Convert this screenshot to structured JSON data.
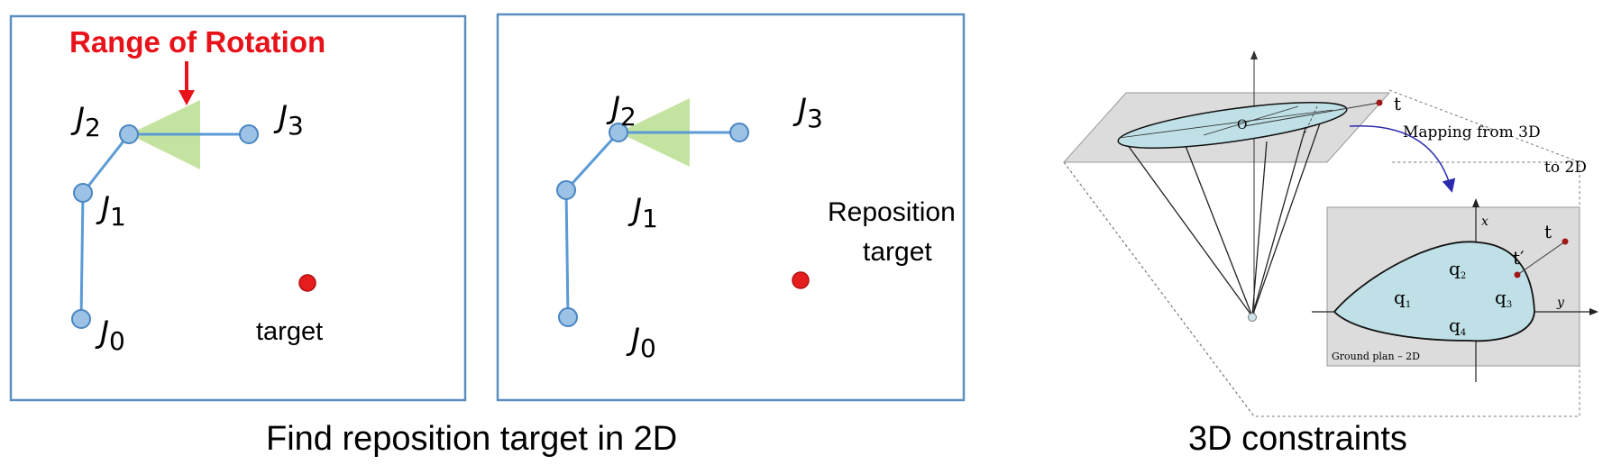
{
  "left_panel": {
    "title": "Range of Rotation",
    "joints": [
      {
        "letter": "J",
        "index": "0"
      },
      {
        "letter": "J",
        "index": "1"
      },
      {
        "letter": "J",
        "index": "2"
      },
      {
        "letter": "J",
        "index": "3"
      }
    ],
    "target_label": "target"
  },
  "middle_panel": {
    "joints": [
      {
        "letter": "J",
        "index": "0"
      },
      {
        "letter": "J",
        "index": "1"
      },
      {
        "letter": "J",
        "index": "2"
      },
      {
        "letter": "J",
        "index": "3"
      }
    ],
    "reposition_line1": "Reposition",
    "reposition_line2": "target"
  },
  "right_panel": {
    "origin_label": "O",
    "target_label": "t",
    "mapping_line1": "Mapping from 3D",
    "mapping_line2": "to 2D",
    "axis_x": "x",
    "axis_y": "y",
    "projected_target": "t′",
    "target_2d": "t",
    "quadrants": [
      {
        "letter": "q",
        "index": "1"
      },
      {
        "letter": "q",
        "index": "2"
      },
      {
        "letter": "q",
        "index": "3"
      },
      {
        "letter": "q",
        "index": "4"
      }
    ],
    "ground_plan": "Ground plan – 2D"
  },
  "captions": {
    "left": "Find reposition target in 2D",
    "right": "3D constraints"
  },
  "colors": {
    "frame": "#5a8fc0",
    "joint_fill": "#9cc3e6",
    "joint_stroke": "#4a86c0",
    "bone": "#5b9bd5",
    "cone": "#c5e3a0",
    "target": "#e51d1d",
    "title_red": "#e8121a",
    "teal": "#bfe0e6"
  }
}
